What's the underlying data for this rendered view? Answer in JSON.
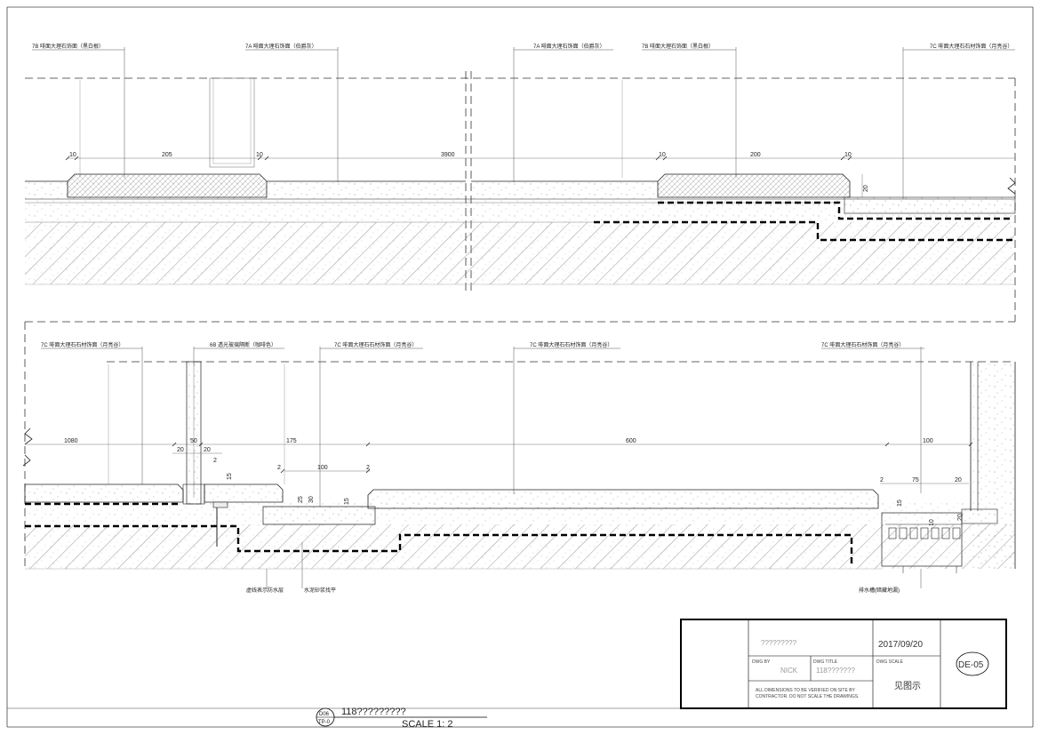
{
  "upper_section": {
    "labels": [
      "7B 啡面大理石饰面（黑白根）",
      "7A 啡面大理石饰面（伯爵灰）",
      "7A 啡面大理石饰面（伯爵灰）",
      "7B 啡面大理石饰面（黑白根）",
      "7C 啡面大理石石材饰面（月亮谷）"
    ],
    "dims": [
      "10",
      "205",
      "10",
      "3900",
      "10",
      "200",
      "10",
      "20"
    ]
  },
  "lower_section": {
    "labels": [
      "7C 啡面大理石石材饰面（月亮谷）",
      "6B 透光玻璃隔断（咖啡色）",
      "7C 啡面大理石石材饰面（月亮谷）",
      "7C 啡面大理石石材饰面（月亮谷）",
      "7C 啡面大理石石材饰面（月亮谷）"
    ],
    "dims": [
      "1080",
      "50",
      "20",
      "20",
      "175",
      "600",
      "100",
      "100",
      "25",
      "30",
      "15",
      "15",
      "2",
      "2",
      "2",
      "2",
      "75",
      "20",
      "15",
      "20",
      "10"
    ],
    "notes": [
      "虚线表示防水层",
      "水泥砂浆找平",
      "排水槽(暗藏地漏)"
    ]
  },
  "title_block": {
    "project_name": "?????????",
    "date": "2017/09/20",
    "dwg_by_label": "DWG BY",
    "dwg_by_value": "NICK",
    "dwg_title_label": "DWG TITLE",
    "dwg_title_value": "118???????",
    "dwg_scale_label": "DWG SCALE",
    "dwg_scale_value": "见图示",
    "note_line1": "ALL DIMENSIONS TO BE VERIFIED ON SITE BY",
    "note_line2": "CONTRACTOR. DO NOT SCALE THE DRAWINGS.",
    "sheet_number": "DE-05"
  },
  "drawing_caption": {
    "bubble_top": "D06",
    "bubble_bottom": "TP-0",
    "title": "118?????????",
    "scale": "SCALE  1: 2"
  },
  "colors": {
    "line": "#222222",
    "speckle": "#b38fc4",
    "frame": "#000000"
  }
}
